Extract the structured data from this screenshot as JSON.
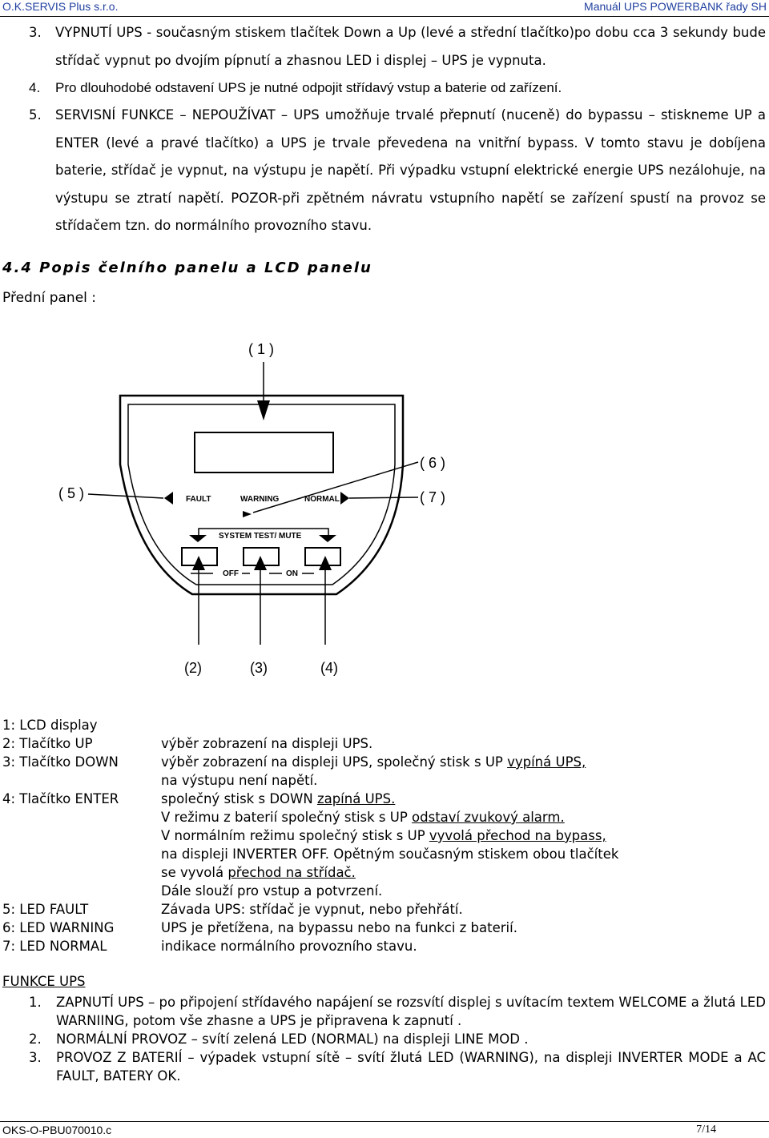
{
  "header": {
    "left": "O.K.SERVIS Plus s.r.o.",
    "right": "Manuál UPS POWERBANK řady SH"
  },
  "items": [
    {
      "num": "3.",
      "text": "VYPNUTÍ UPS - současným stiskem tlačítek Down a Up (levé a střední tlačítko)po dobu cca 3 sekundy bude střídač vypnut po dvojím pípnutí a zhasnou LED i displej – UPS je vypnuta."
    },
    {
      "num": "4.",
      "text": "Pro dlouhodobé odstavení UPS je nutné odpojit střídavý vstup a baterie od zařízení."
    },
    {
      "num": "5.",
      "text": "SERVISNÍ FUNKCE – NEPOUŽÍVAT – UPS umožňuje trvalé přepnutí (nuceně) do bypassu – stiskneme UP a ENTER (levé a pravé tlačítko) a UPS je trvale převedena na vnitřní bypass. V tomto stavu je dobíjena baterie, střídač je vypnut, na výstupu je napětí. Při výpadku vstupní elektrické energie UPS nezálohuje, na výstupu se ztratí napětí. POZOR-při zpětném návratu vstupního napětí se zařízení spustí na provoz se střídačem tzn. do normálního provozního stavu."
    }
  ],
  "section_heading": "4.4 Popis čelního panelu a LCD panelu",
  "subheading": "Přední panel :",
  "diagram": {
    "callout_1": "( 1 )",
    "callout_5": "( 5 )",
    "callout_6": "( 6 )",
    "callout_7": "( 7 )",
    "led_fault": "FAULT",
    "led_warning": "WARNING",
    "led_normal": "NORMAL",
    "system_test": "SYSTEM TEST/ MUTE",
    "off": "OFF",
    "on": "ON",
    "callout_2": "(2)",
    "callout_3": "(3)",
    "callout_4": "(4)"
  },
  "legend": {
    "l1": "1: LCD display",
    "l2": "2: Tlačítko UP",
    "d2": "výběr zobrazení na displeji UPS.",
    "l3": "3: Tlačítko DOWN",
    "d3a": "výběr zobrazení na displeji UPS, společný stisk s UP ",
    "d3u": "vypíná UPS,",
    "d3b": "na výstupu není napětí.",
    "l4": "4: Tlačítko ENTER",
    "d4a": "společný stisk s DOWN ",
    "d4u": "zapíná UPS.",
    "d4b": "V režimu z baterií společný stisk s UP ",
    "d4bu": "odstaví zvukový alarm.",
    "d4c": "V normálním režimu společný stisk s UP ",
    "d4cu": "vyvolá přechod na bypass,",
    "d4d": "na displeji INVERTER OFF. Opětným současným stiskem obou tlačítek",
    "d4e": "se vyvolá ",
    "d4eu": "přechod na střídač.",
    "d4f": "Dále slouží pro vstup a potvrzení.",
    "l5": "5: LED FAULT",
    "d5": "Závada UPS:  střídač je vypnut, nebo přehřátí.",
    "l6": "6: LED WARNING",
    "d6": "UPS je přetížena, na bypassu nebo na funkci z baterií.",
    "l7": "7: LED NORMAL",
    "d7": "indikace normálního provozního stavu."
  },
  "funkce_title": "FUNKCE UPS",
  "funkce": [
    {
      "num": "1.",
      "text": "ZAPNUTÍ UPS – po připojení střídavého napájení se rozsvítí displej s uvítacím textem WELCOME a žlutá LED WARNIING, potom vše zhasne a UPS je připravena k zapnutí ."
    },
    {
      "num": "2.",
      "text": "NORMÁLNÍ PROVOZ – svítí zelená LED (NORMAL) na displeji LINE MOD ."
    },
    {
      "num": "3.",
      "text": "PROVOZ Z BATERIÍ – výpadek vstupní sítě – svítí žlutá LED (WARNING), na displeji INVERTER MODE a AC FAULT, BATERY OK."
    }
  ],
  "footer": {
    "left": "OKS-O-PBU070010.c",
    "right": "7/14"
  }
}
